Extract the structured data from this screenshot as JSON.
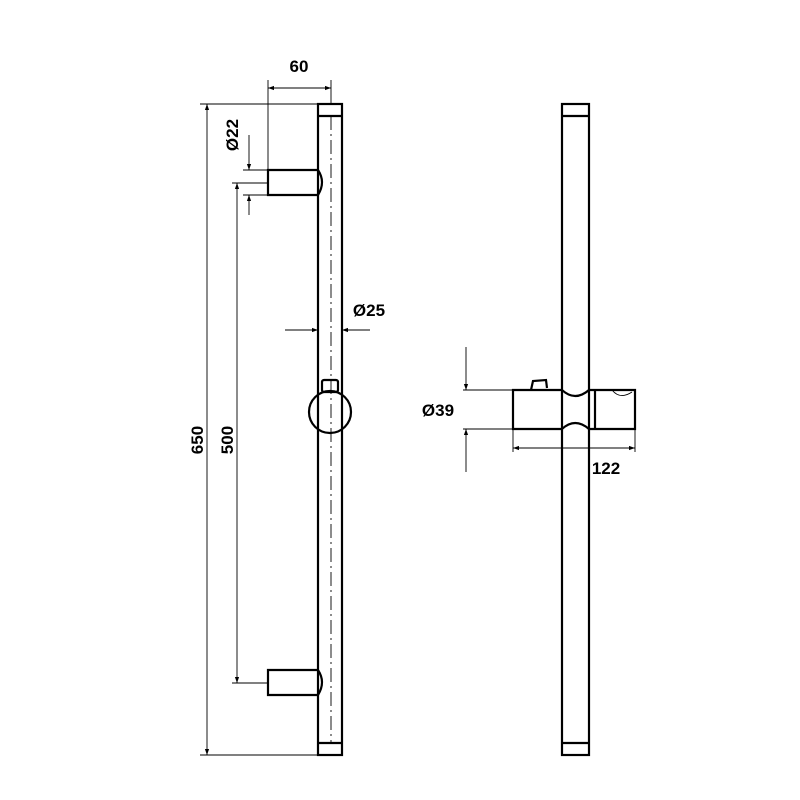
{
  "drawing": {
    "title": "Shower slide rail technical drawing",
    "dimensions": {
      "bracket_offset": "60",
      "bracket_diameter": "Ø22",
      "rail_diameter": "Ø25",
      "overall_length": "650",
      "bracket_spacing": "500",
      "slider_diameter": "Ø39",
      "slider_length": "122"
    },
    "colors": {
      "line": "#000000",
      "background": "#ffffff"
    }
  }
}
